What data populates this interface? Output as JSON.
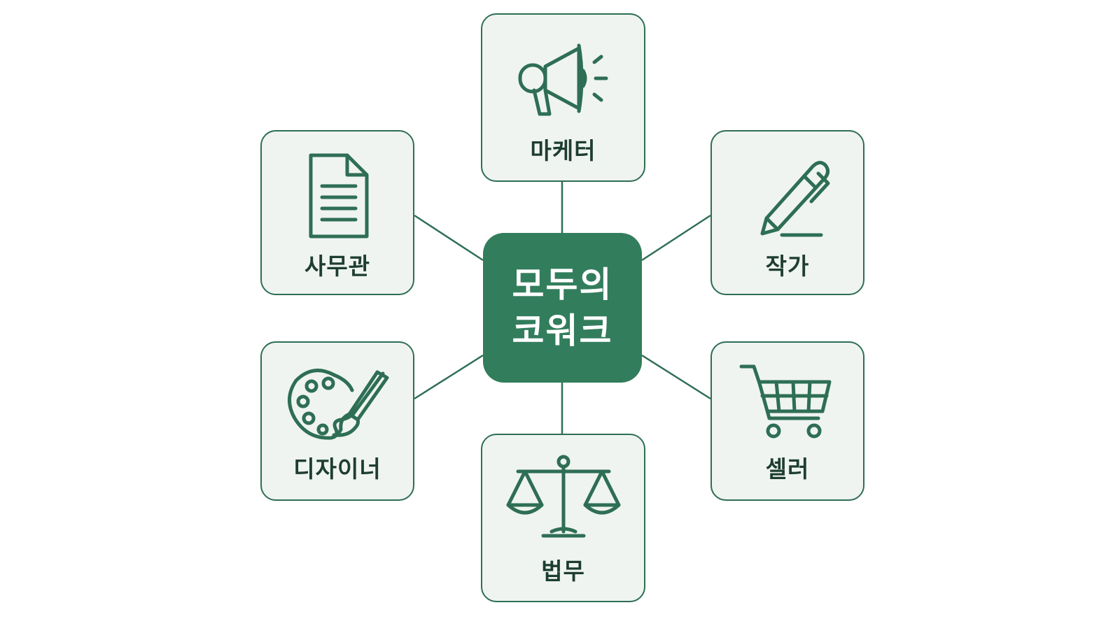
{
  "center": {
    "line1": "모두의",
    "line2": "코워크"
  },
  "nodes": [
    {
      "id": "marketer",
      "label": "마케터",
      "icon": "megaphone-icon"
    },
    {
      "id": "clerk",
      "label": "사무관",
      "icon": "document-icon"
    },
    {
      "id": "writer",
      "label": "작가",
      "icon": "pen-icon"
    },
    {
      "id": "designer",
      "label": "디자이너",
      "icon": "palette-icon"
    },
    {
      "id": "seller",
      "label": "셀러",
      "icon": "shopping-cart-icon"
    },
    {
      "id": "legal",
      "label": "법무",
      "icon": "scales-icon"
    }
  ],
  "colors": {
    "accent": "#327d5c",
    "border": "#2e6e55",
    "node_fill": "#eff4f1",
    "text": "#1e3d31"
  }
}
